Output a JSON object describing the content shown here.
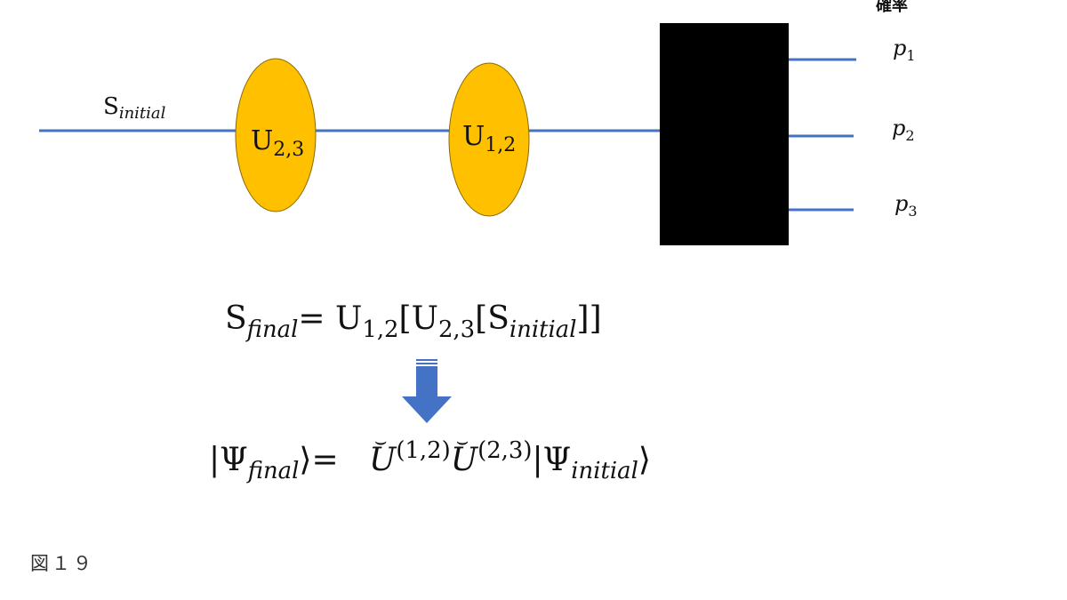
{
  "header": {
    "probability_label": "確率"
  },
  "diagram": {
    "input_label": {
      "base": "S",
      "sub": "initial"
    },
    "gate_1": {
      "base": "U",
      "sub": "2,3"
    },
    "gate_2": {
      "base": "U",
      "sub": "1,2"
    },
    "outputs": [
      {
        "base": "p",
        "sub": "1"
      },
      {
        "base": "p",
        "sub": "2"
      },
      {
        "base": "p",
        "sub": "3"
      }
    ],
    "colors": {
      "wire": "#4472c4",
      "gate_fill": "#ffc000",
      "gate_stroke": "#7f6000",
      "measure_box": "#000000",
      "arrow": "#4472c4"
    }
  },
  "equation_1": {
    "lhs_base": "S",
    "lhs_sub": "final",
    "eq": "=",
    "u12_base": "U",
    "u12_sub": "1,2",
    "lbr1": "[",
    "u23_base": "U",
    "u23_sub": "2,3",
    "lbr2": "[",
    "s_base": "S",
    "s_sub": "initial",
    "rbr": "]]"
  },
  "equation_2": {
    "bar": "|",
    "psi": "Ψ",
    "final_sub": "final",
    "rangle_eq": "⟩=",
    "u": "U",
    "u12_sup": "(1,2)",
    "u23_sup": "(2,3)",
    "initial_sub": "initial",
    "rangle": "⟩"
  },
  "caption": "図１９"
}
